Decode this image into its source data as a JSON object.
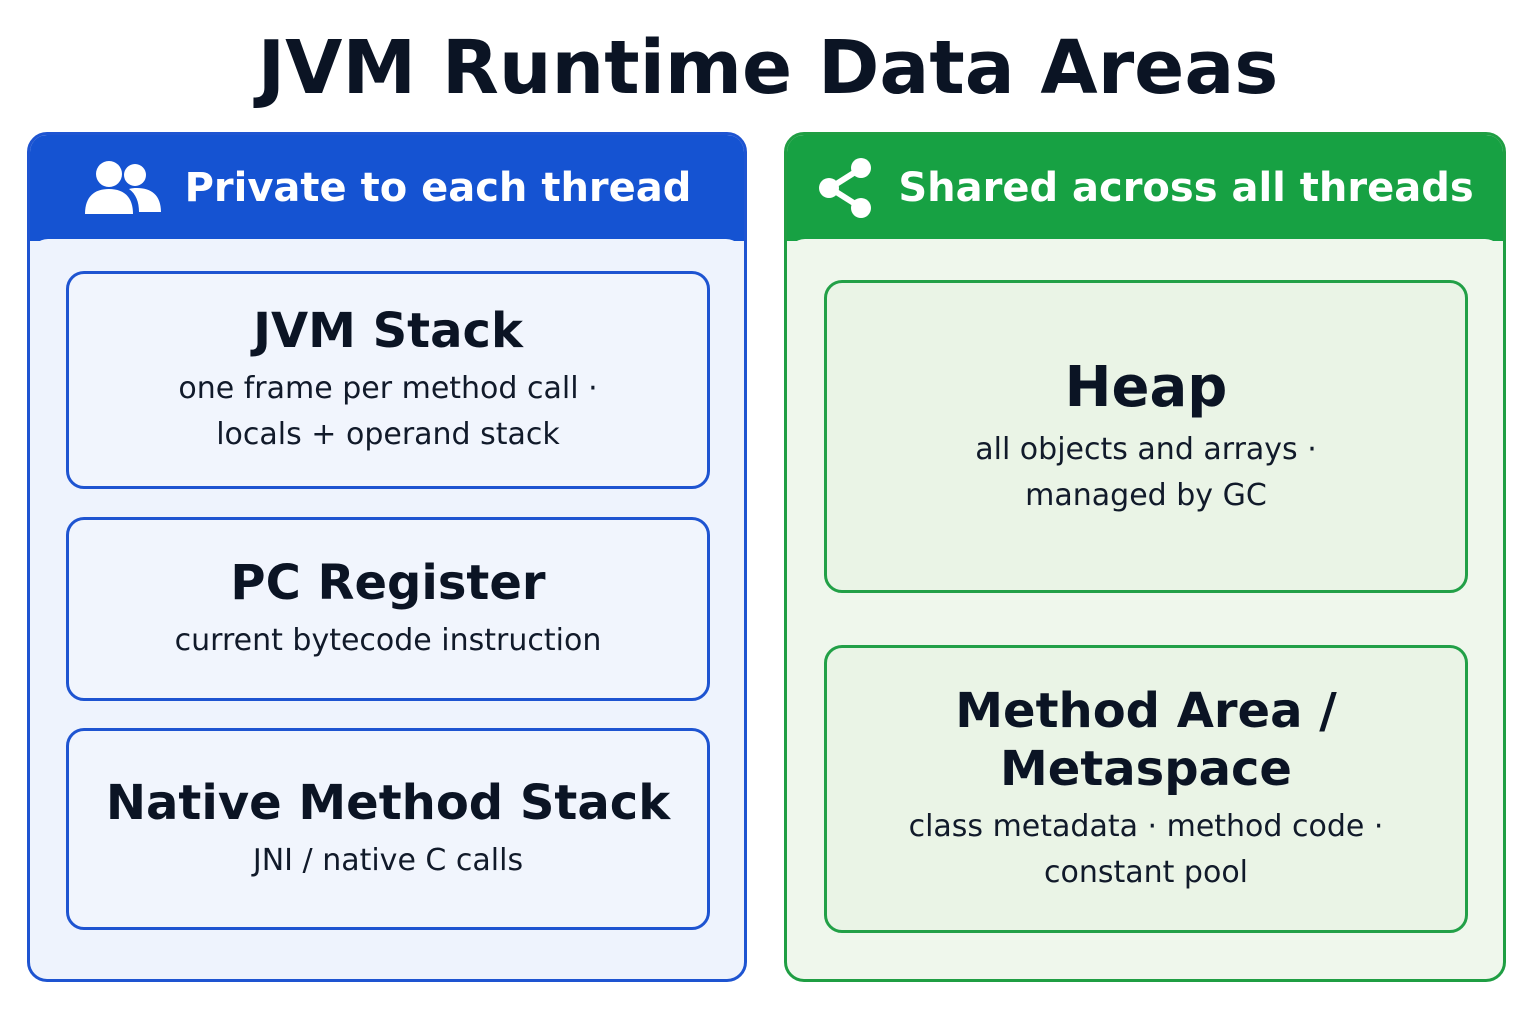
{
  "title": "JVM Runtime Data Areas",
  "colors": {
    "private_accent": "#1553d2",
    "shared_accent": "#17a143"
  },
  "private_panel": {
    "header": "Private to each thread",
    "icon": "users-icon",
    "areas": [
      {
        "name": "JVM Stack",
        "desc_line1": "one frame per method call ·",
        "desc_line2": "locals + operand stack"
      },
      {
        "name": "PC Register",
        "desc_line1": "current bytecode instruction"
      },
      {
        "name": "Native Method Stack",
        "desc_line1": "JNI / native C calls"
      }
    ]
  },
  "shared_panel": {
    "header": "Shared across all threads",
    "icon": "share-icon",
    "areas": [
      {
        "name": "Heap",
        "desc_line1": "all objects and arrays ·",
        "desc_line2": "managed by GC"
      },
      {
        "name": "Method Area / Metaspace",
        "desc_line1": "class metadata · method code ·",
        "desc_line2": "constant pool"
      }
    ]
  }
}
